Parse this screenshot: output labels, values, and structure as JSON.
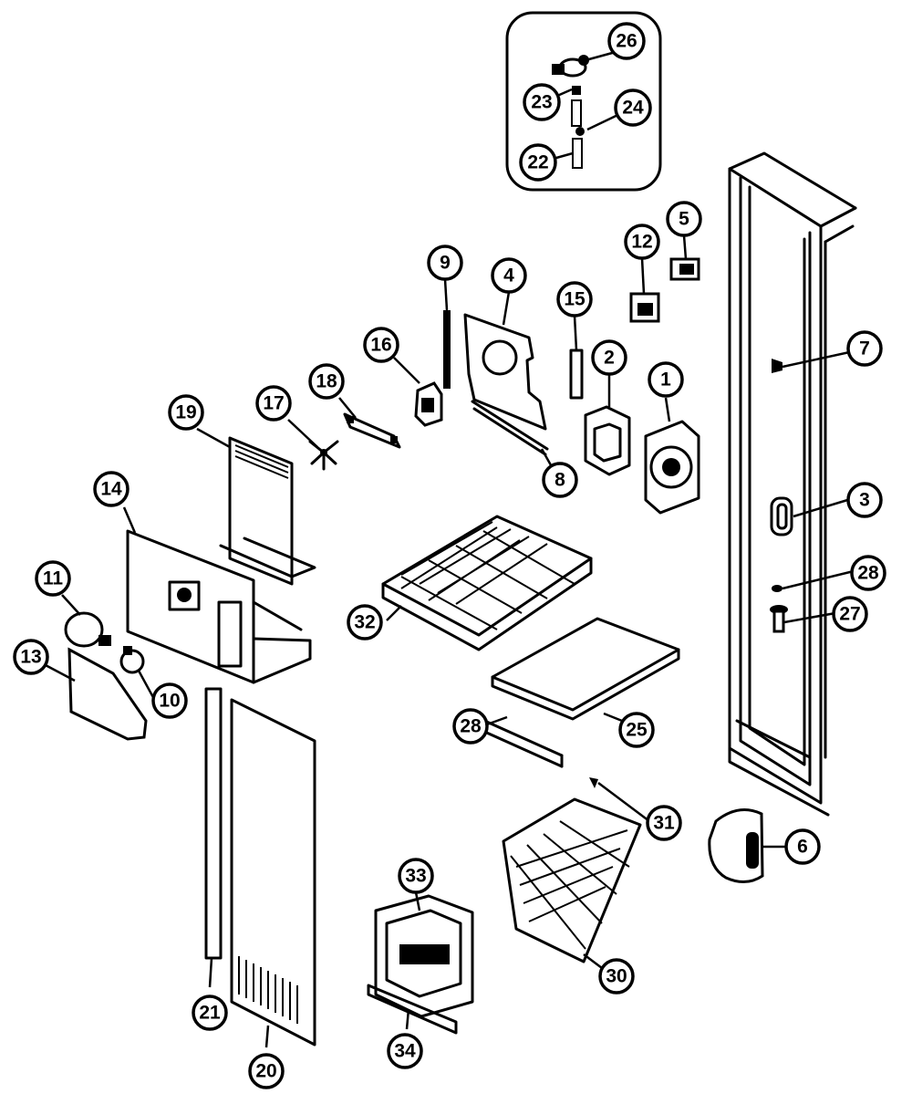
{
  "callouts": [
    {
      "id": "1",
      "label": "1"
    },
    {
      "id": "2",
      "label": "2"
    },
    {
      "id": "3",
      "label": "3"
    },
    {
      "id": "4",
      "label": "4"
    },
    {
      "id": "5",
      "label": "5"
    },
    {
      "id": "6",
      "label": "6"
    },
    {
      "id": "7",
      "label": "7"
    },
    {
      "id": "8",
      "label": "8"
    },
    {
      "id": "9",
      "label": "9"
    },
    {
      "id": "10",
      "label": "10"
    },
    {
      "id": "11",
      "label": "11"
    },
    {
      "id": "12",
      "label": "12"
    },
    {
      "id": "13",
      "label": "13"
    },
    {
      "id": "14",
      "label": "14"
    },
    {
      "id": "15",
      "label": "15"
    },
    {
      "id": "16",
      "label": "16"
    },
    {
      "id": "17",
      "label": "17"
    },
    {
      "id": "18",
      "label": "18"
    },
    {
      "id": "19",
      "label": "19"
    },
    {
      "id": "20",
      "label": "20"
    },
    {
      "id": "21",
      "label": "21"
    },
    {
      "id": "22",
      "label": "22"
    },
    {
      "id": "23",
      "label": "23"
    },
    {
      "id": "24",
      "label": "24"
    },
    {
      "id": "25",
      "label": "25"
    },
    {
      "id": "26",
      "label": "26"
    },
    {
      "id": "27",
      "label": "27"
    },
    {
      "id": "28a",
      "label": "28"
    },
    {
      "id": "28b",
      "label": "28"
    },
    {
      "id": "30",
      "label": "30"
    },
    {
      "id": "31",
      "label": "31"
    },
    {
      "id": "32",
      "label": "32"
    },
    {
      "id": "33",
      "label": "33"
    },
    {
      "id": "34",
      "label": "34"
    }
  ]
}
